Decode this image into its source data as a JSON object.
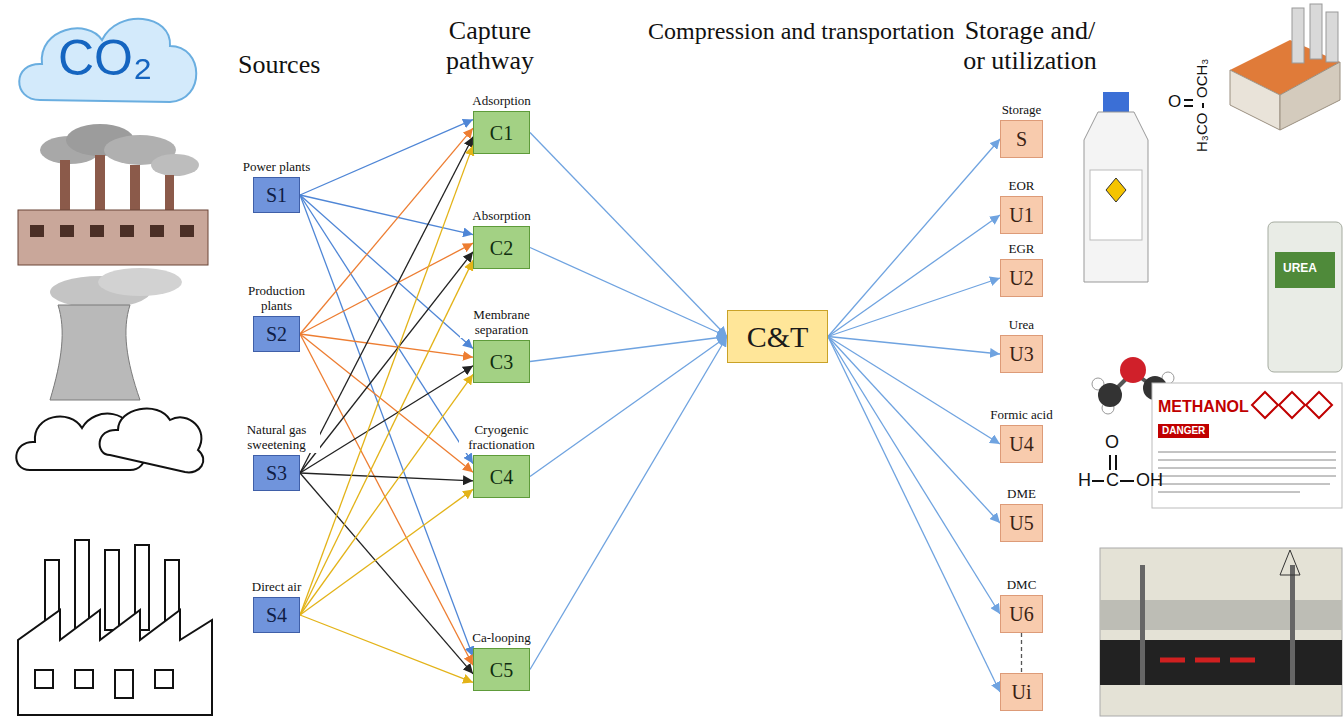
{
  "diagram": {
    "nodes": [
      {
        "text": [
          "Power plants",
          "S1"
        ]
      },
      {
        "text": [
          "Production plants",
          "S2"
        ]
      },
      {
        "text": [
          "Natural gas sweetening",
          "S3"
        ]
      },
      {
        "text": [
          "Direct air",
          "S4"
        ]
      },
      {
        "text": [
          "Adsorption",
          "C1"
        ]
      },
      {
        "text": [
          "Absorption",
          "C2"
        ]
      },
      {
        "text": [
          "Membrane separation",
          "C3"
        ]
      },
      {
        "text": [
          "Cryogenic fractionation",
          "C4"
        ]
      },
      {
        "text": [
          "Ca-looping",
          "C5"
        ]
      },
      {
        "text": [
          "C&T"
        ]
      },
      {
        "text": [
          "Storage",
          "S"
        ]
      },
      {
        "text": [
          "EOR",
          "U1"
        ]
      },
      {
        "text": [
          "EGR",
          "U2"
        ]
      },
      {
        "text": [
          "Urea",
          "U3"
        ]
      },
      {
        "text": [
          "Formic acid",
          "U4"
        ]
      },
      {
        "text": [
          "DME",
          "U5"
        ]
      },
      {
        "text": [
          "DMC",
          "U6"
        ]
      },
      {
        "text": [
          "Ui"
        ]
      }
    ],
    "edges": [
      {
        "from": 0,
        "to": 4,
        "arrow": "to"
      },
      {
        "from": 0,
        "to": 5,
        "arrow": "to"
      },
      {
        "from": 0,
        "to": 6,
        "arrow": "to"
      },
      {
        "from": 0,
        "to": 7,
        "arrow": "to"
      },
      {
        "from": 0,
        "to": 8,
        "arrow": "to"
      },
      {
        "from": 1,
        "to": 4,
        "arrow": "to"
      },
      {
        "from": 1,
        "to": 5,
        "arrow": "to"
      },
      {
        "from": 1,
        "to": 6,
        "arrow": "to"
      },
      {
        "from": 1,
        "to": 7,
        "arrow": "to"
      },
      {
        "from": 1,
        "to": 8,
        "arrow": "to"
      },
      {
        "from": 2,
        "to": 4,
        "arrow": "to"
      },
      {
        "from": 2,
        "to": 5,
        "arrow": "to"
      },
      {
        "from": 2,
        "to": 6,
        "arrow": "to"
      },
      {
        "from": 2,
        "to": 7,
        "arrow": "to"
      },
      {
        "from": 2,
        "to": 8,
        "arrow": "to"
      },
      {
        "from": 3,
        "to": 4,
        "arrow": "to"
      },
      {
        "from": 3,
        "to": 5,
        "arrow": "to"
      },
      {
        "from": 3,
        "to": 6,
        "arrow": "to"
      },
      {
        "from": 3,
        "to": 7,
        "arrow": "to"
      },
      {
        "from": 3,
        "to": 8,
        "arrow": "to"
      },
      {
        "from": 4,
        "to": 9,
        "arrow": "to"
      },
      {
        "from": 5,
        "to": 9,
        "arrow": "to"
      },
      {
        "from": 6,
        "to": 9,
        "arrow": "to"
      },
      {
        "from": 7,
        "to": 9,
        "arrow": "to"
      },
      {
        "from": 8,
        "to": 9,
        "arrow": "to"
      },
      {
        "from": 9,
        "to": 10,
        "arrow": "to"
      },
      {
        "from": 9,
        "to": 11,
        "arrow": "to"
      },
      {
        "from": 9,
        "to": 12,
        "arrow": "to"
      },
      {
        "from": 9,
        "to": 13,
        "arrow": "to"
      },
      {
        "from": 9,
        "to": 14,
        "arrow": "to"
      },
      {
        "from": 9,
        "to": 15,
        "arrow": "to"
      },
      {
        "from": 9,
        "to": 16,
        "arrow": "to"
      },
      {
        "from": 9,
        "to": 17,
        "arrow": "to"
      },
      {
        "from": 16,
        "to": 17,
        "arrow": "none"
      }
    ],
    "labels": [
      "Sources",
      "Capture pathway",
      "Compression and transportation",
      "Storage and/ or utilization",
      "CO₂",
      "O",
      "OCH₃",
      "H₃CO",
      "UREA",
      "METHANOL",
      "DANGER",
      "O",
      "H",
      "C",
      "OH"
    ]
  }
}
